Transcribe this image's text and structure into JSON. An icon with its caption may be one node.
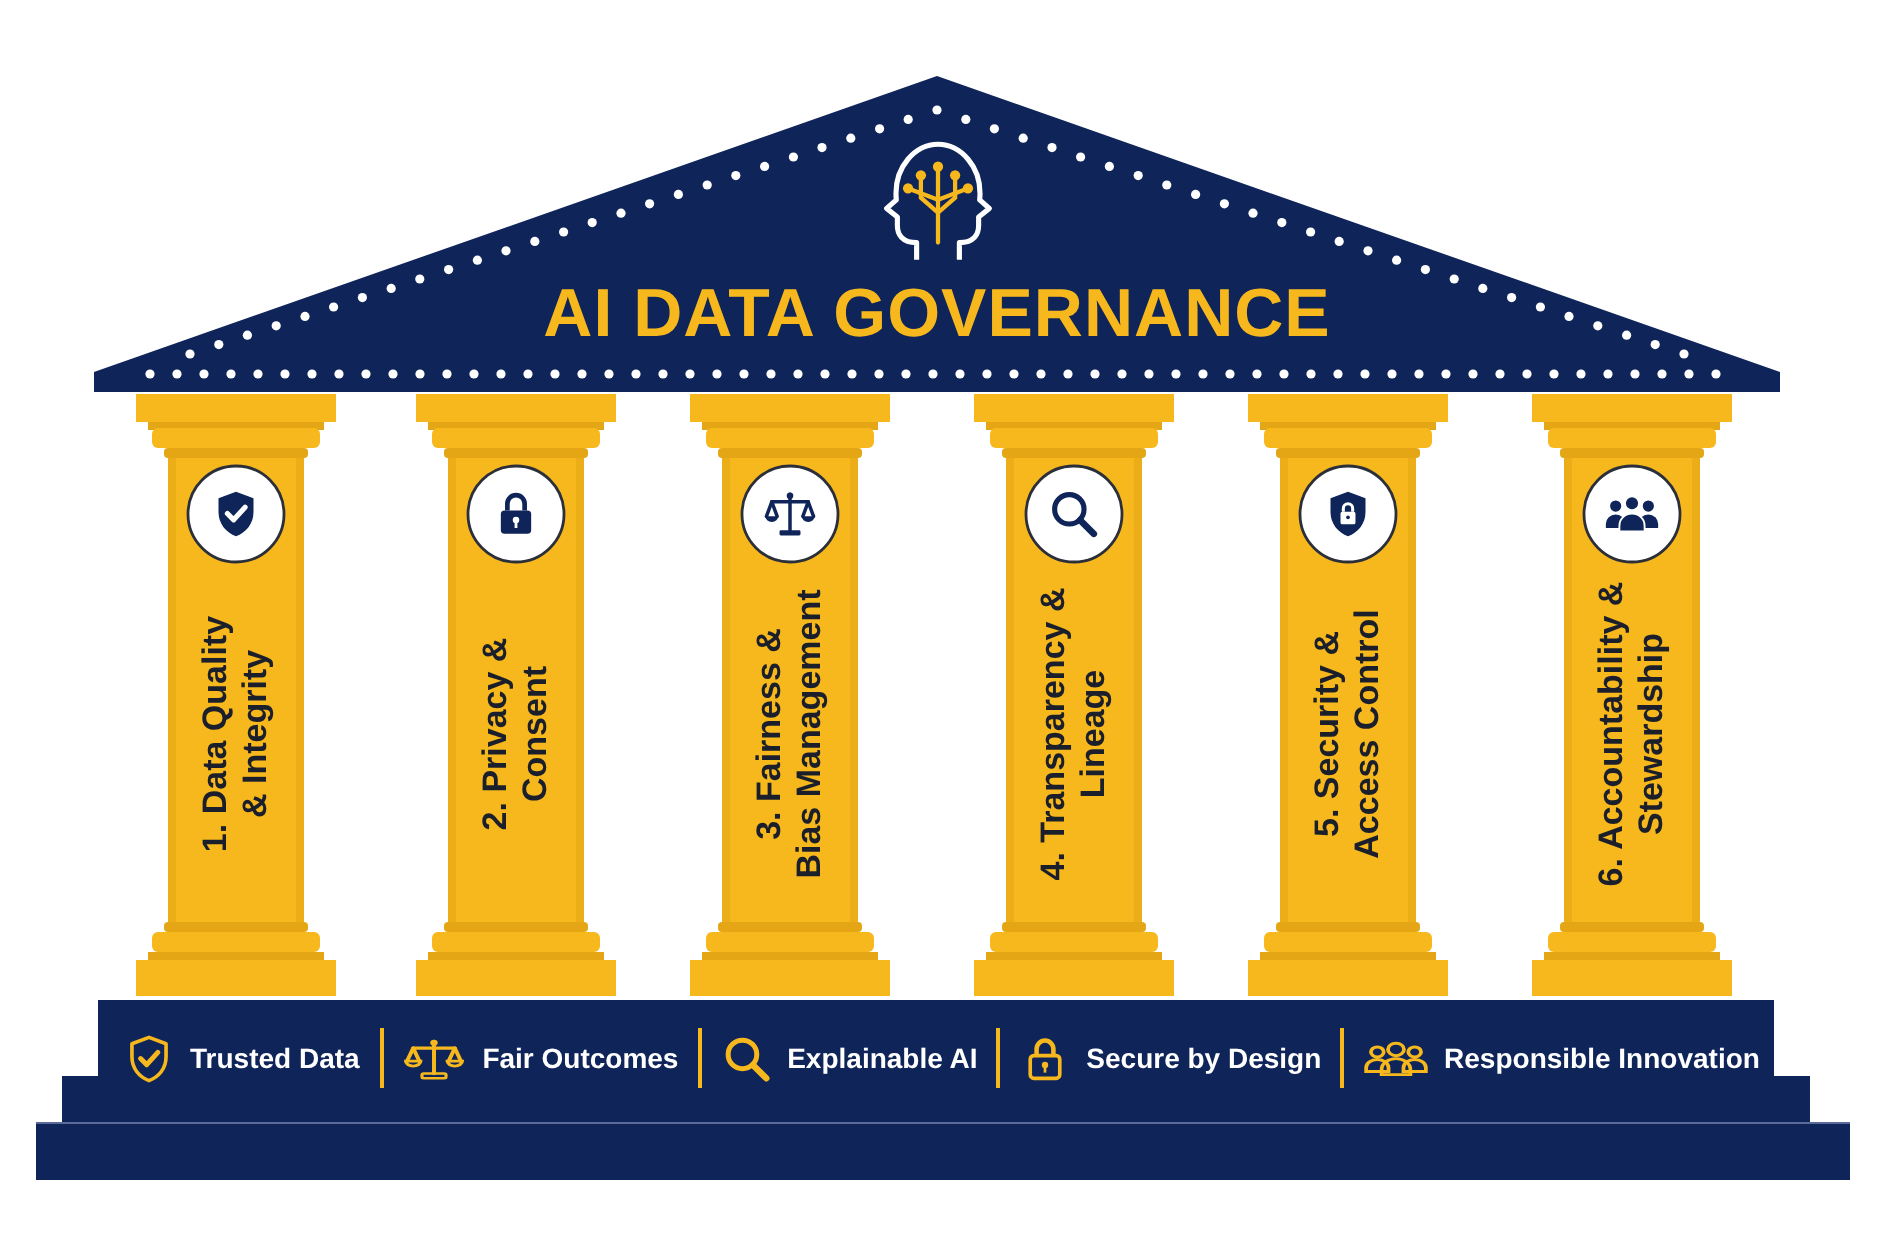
{
  "diagram": {
    "nodes": [
      {
        "text": [
          "AI DATA GOVERNANCE"
        ]
      },
      {
        "text": [
          "1. Data Quality & Integrity"
        ]
      },
      {
        "text": [
          "2. Privacy & Consent"
        ]
      },
      {
        "text": [
          "3. Fairness & Bias Management"
        ]
      },
      {
        "text": [
          "4. Transparency & Lineage"
        ]
      },
      {
        "text": [
          "5. Security & Access Control"
        ]
      },
      {
        "text": [
          "6. Accountability & Stewardship"
        ]
      }
    ],
    "labels": [
      "Trusted Data",
      "Fair Outcomes",
      "Explainable AI",
      "Secure by Design",
      "Responsible Innovation"
    ]
  }
}
